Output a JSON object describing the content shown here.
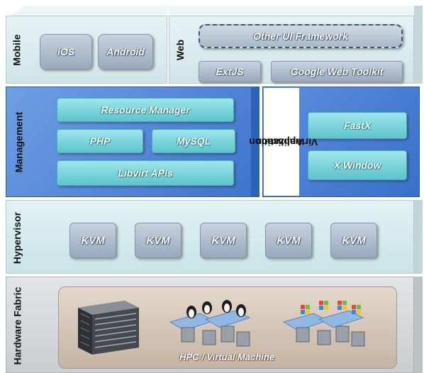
{
  "layers": {
    "mobile": {
      "label": "Mobile",
      "items": [
        "iOS",
        "Android"
      ]
    },
    "web": {
      "label": "Web",
      "framework": "Other UI Framework",
      "items": [
        "ExtJS",
        "Google Web Toolkit"
      ]
    },
    "management": {
      "label": "Management",
      "resource_manager": "Resource Manager",
      "php": "PHP",
      "mysql": "MySQL",
      "libvirt": "Libvirt APIs"
    },
    "app_virt": {
      "label_line1": "Application",
      "label_line2": "Virtualization",
      "items": [
        "FastX",
        "X Window"
      ]
    },
    "hypervisor": {
      "label": "Hypervisor",
      "items": [
        "KVM",
        "KVM",
        "KVM",
        "KVM",
        "KVM"
      ]
    },
    "hardware": {
      "label": "Hardware Fabric",
      "caption": "HPC / Virtual Machine",
      "icons": [
        "server-rack-icon",
        "linux-vm-cluster-icon",
        "windows-vm-cluster-icon"
      ]
    }
  },
  "colors": {
    "mobile_web_bg": "#ddeef1",
    "management_blue": "#4a7fd4",
    "app_virt_blue": "#3f76cf",
    "hypervisor_bg": "#d9eef0",
    "hardware_bg": "#d5d9dc",
    "teal_box": "#6fcfd6",
    "gray_box": "#a9b8c8"
  }
}
